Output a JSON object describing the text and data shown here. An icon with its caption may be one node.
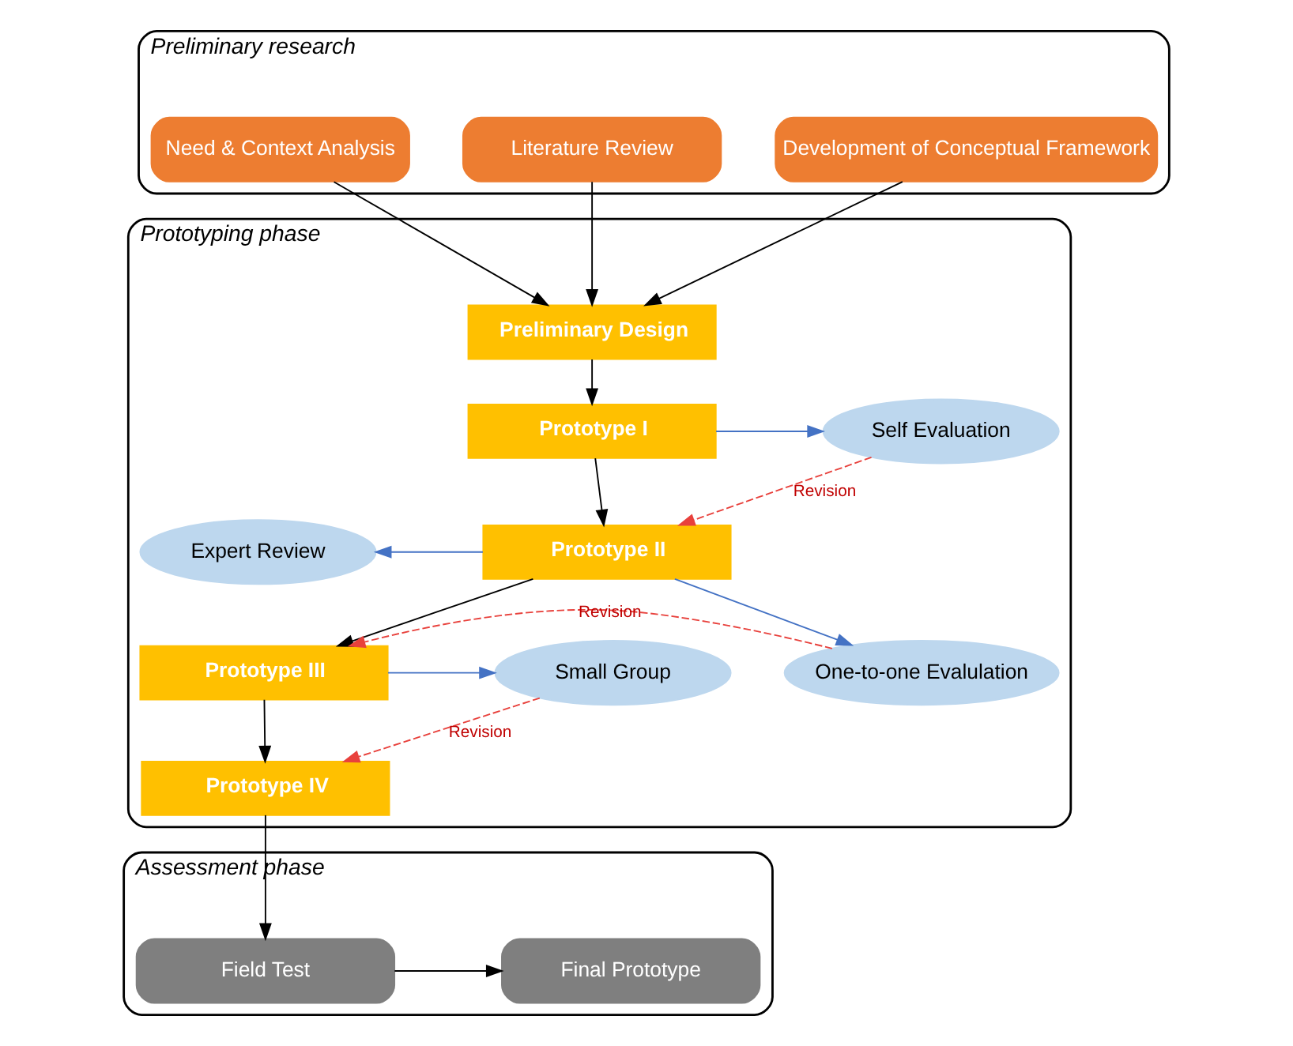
{
  "diagram": {
    "nodes": [
      {
        "text": [
          "Preliminary research"
        ]
      },
      {
        "text": [
          "Need & Context Analysis"
        ],
        "in": 0
      },
      {
        "text": [
          "Literature Review"
        ],
        "in": 0
      },
      {
        "text": [
          "Development of Conceptual Framework"
        ],
        "in": 0
      },
      {
        "text": [
          "Prototyping phase"
        ]
      },
      {
        "text": [
          "Preliminary Design"
        ],
        "in": 4
      },
      {
        "text": [
          "Prototype I"
        ],
        "in": 4
      },
      {
        "text": [
          "Self Evaluation"
        ],
        "in": 4
      },
      {
        "text": [
          "Expert Review"
        ],
        "in": 4
      },
      {
        "text": [
          "Prototype II"
        ],
        "in": 4
      },
      {
        "text": [
          "One-to-one Evalulation"
        ],
        "in": 4
      },
      {
        "text": [
          "Prototype III"
        ],
        "in": 4
      },
      {
        "text": [
          "Small Group"
        ],
        "in": 4
      },
      {
        "text": [
          "Prototype IV"
        ],
        "in": 4
      },
      {
        "text": [
          "Assessment phase"
        ]
      },
      {
        "text": [
          "Field Test"
        ],
        "in": 14
      },
      {
        "text": [
          "Final Prototype"
        ],
        "in": 14
      }
    ],
    "edges": [
      {
        "from": 1,
        "to": 5,
        "arrow": "to"
      },
      {
        "from": 2,
        "to": 5,
        "arrow": "to"
      },
      {
        "from": 3,
        "to": 5,
        "arrow": "to"
      },
      {
        "from": 5,
        "to": 6,
        "arrow": "to"
      },
      {
        "from": 6,
        "to": 9,
        "arrow": "to"
      },
      {
        "from": 9,
        "to": 11,
        "arrow": "to"
      },
      {
        "from": 11,
        "to": 13,
        "arrow": "to"
      },
      {
        "from": 6,
        "to": 7,
        "arrow": "to",
        "color": "#4472c4"
      },
      {
        "from": 9,
        "to": 8,
        "arrow": "to",
        "color": "#4472c4"
      },
      {
        "from": 9,
        "to": 10,
        "arrow": "to",
        "color": "#4472c4"
      },
      {
        "from": 11,
        "to": 12,
        "arrow": "to",
        "color": "#4472c4"
      },
      {
        "from": 7,
        "to": 9,
        "arrow": "to",
        "label": "Revision",
        "style": "dashed",
        "color": "#e8413c"
      },
      {
        "from": 10,
        "to": 11,
        "arrow": "to",
        "label": "Revision",
        "style": "dashed",
        "color": "#e8413c"
      },
      {
        "from": 12,
        "to": 13,
        "arrow": "to",
        "label": "Revision",
        "style": "dashed",
        "color": "#e8413c"
      },
      {
        "from": 13,
        "to": 15,
        "arrow": "to"
      },
      {
        "from": 15,
        "to": 16,
        "arrow": "to"
      }
    ]
  }
}
